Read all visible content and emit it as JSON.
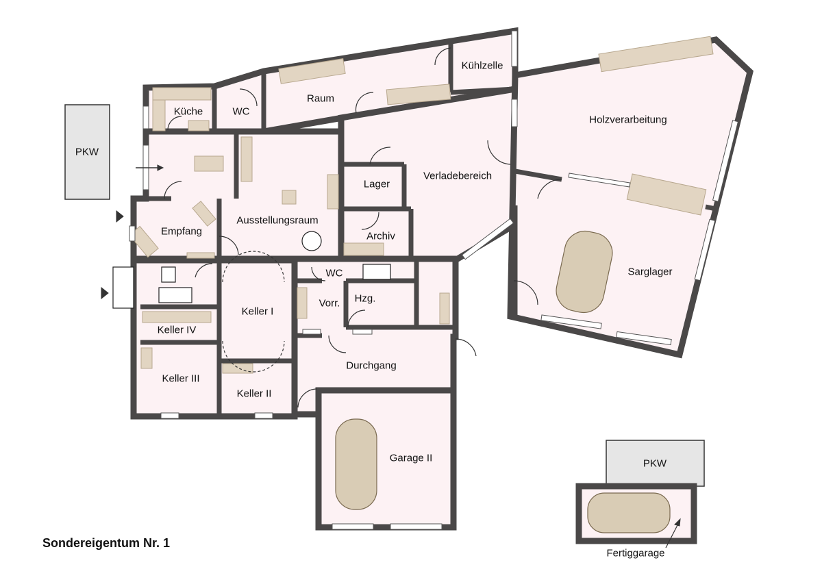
{
  "title": "Sondereigentum Nr. 1",
  "rooms": {
    "kueche": "Küche",
    "wc1": "WC",
    "raum": "Raum",
    "kuehlzelle": "Kühlzelle",
    "holzverarbeitung": "Holzverarbeitung",
    "verladebereich": "Verladebereich",
    "lager": "Lager",
    "archiv": "Archiv",
    "ausstellungsraum": "Ausstellungsraum",
    "empfang": "Empfang",
    "sarglager": "Sarglager",
    "wc2": "WC",
    "vorr": "Vorr.",
    "hzg": "Hzg.",
    "keller1": "Keller I",
    "keller2": "Keller II",
    "keller3": "Keller III",
    "keller4": "Keller IV",
    "durchgang": "Durchgang",
    "garage2": "Garage II",
    "fertiggarage": "Fertiggarage"
  },
  "parking": {
    "pkw_left": "PKW",
    "pkw_right": "PKW"
  },
  "colors": {
    "wall": "#4a4848",
    "floor": "#fdf2f4",
    "furniture": "#e2d5c2"
  }
}
